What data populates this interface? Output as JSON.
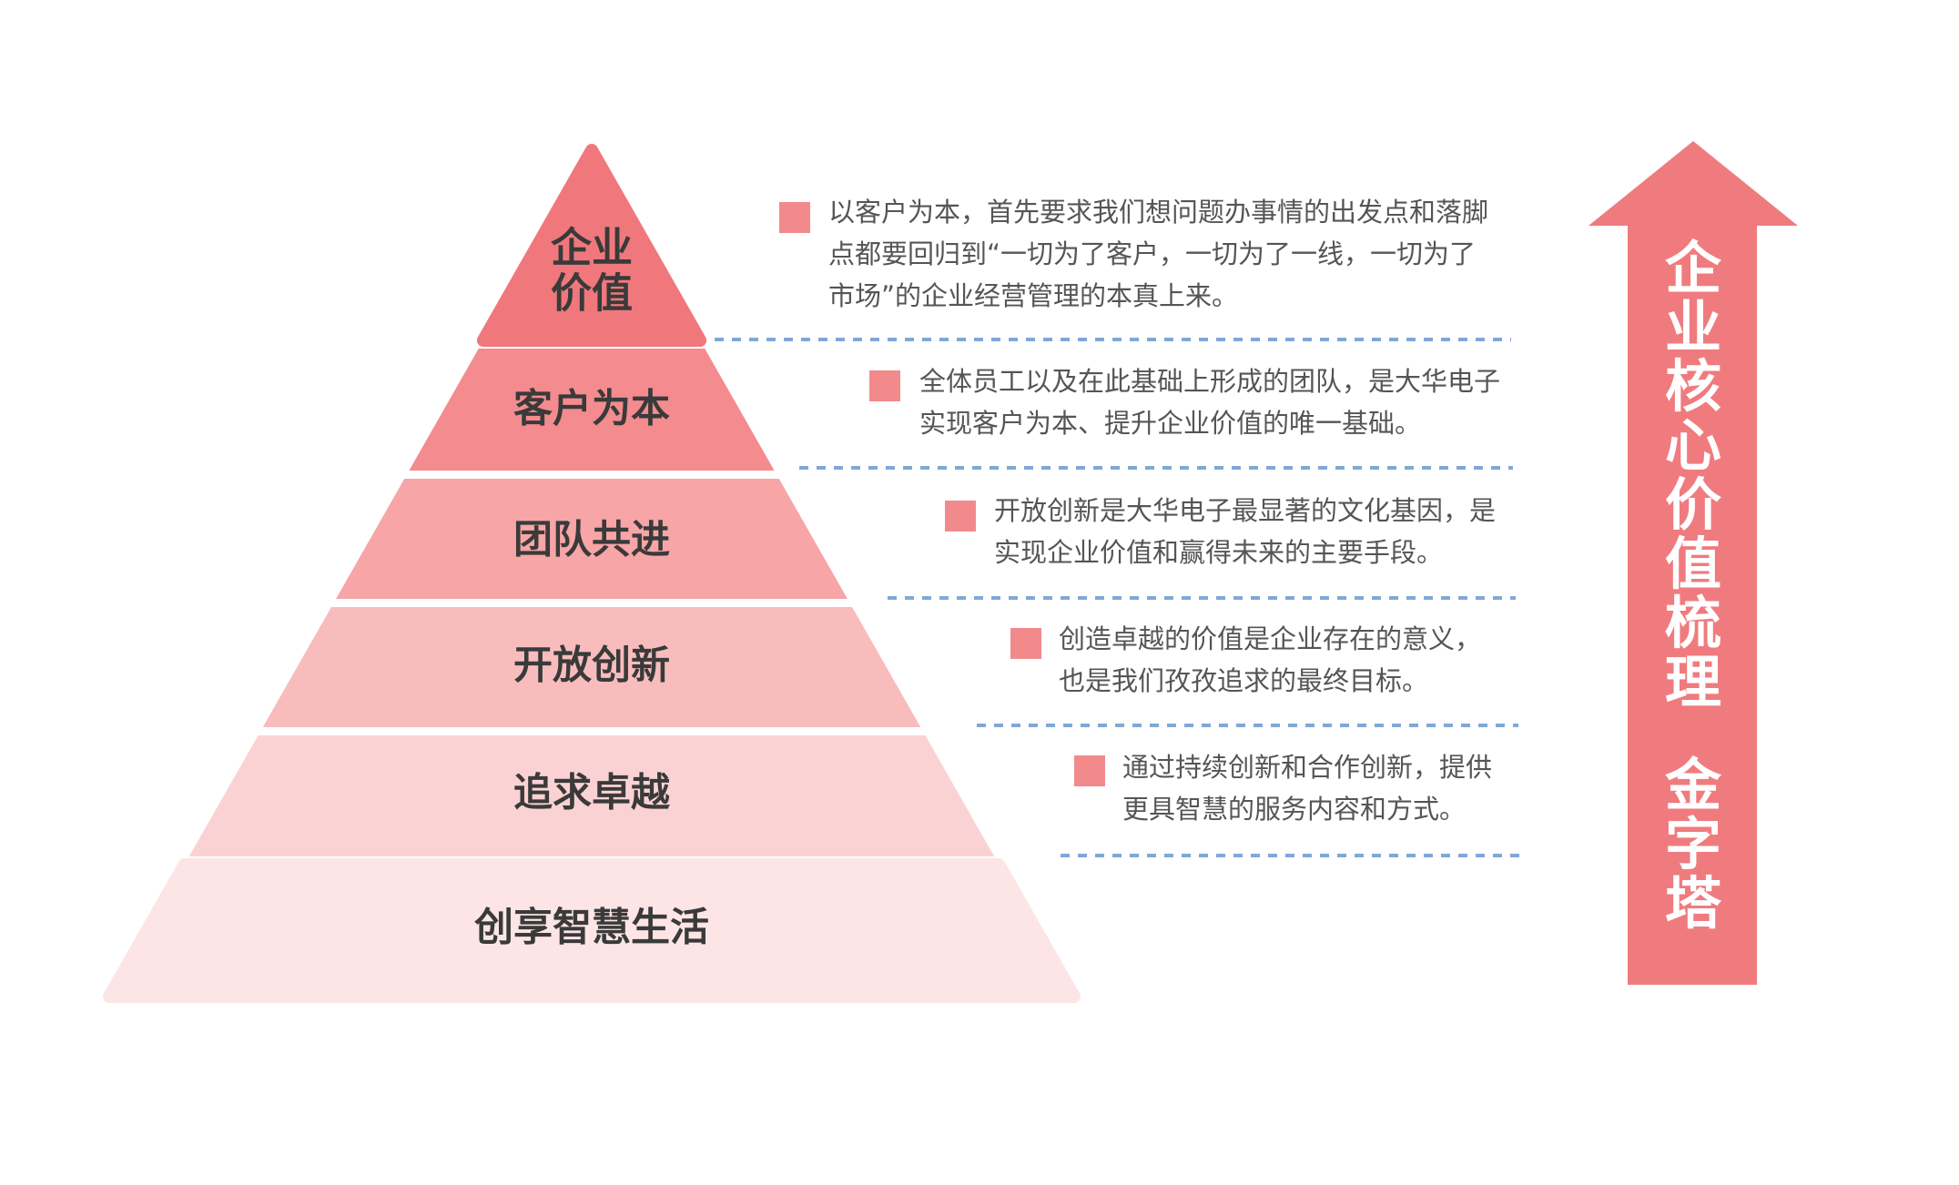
{
  "pyramid": {
    "levels": [
      {
        "label_lines": [
          "企业",
          "价值"
        ],
        "color": "#f0787c"
      },
      {
        "label_lines": [
          "客户为本"
        ],
        "color": "#f48b8e"
      },
      {
        "label_lines": [
          "团队共进"
        ],
        "color": "#f7a5a7"
      },
      {
        "label_lines": [
          "开放创新"
        ],
        "color": "#f9bcbd"
      },
      {
        "label_lines": [
          "追求卓越"
        ],
        "color": "#fbd2d3"
      },
      {
        "label_lines": [
          "创享智慧生活"
        ],
        "color": "#fde5e6"
      }
    ]
  },
  "descriptions": [
    {
      "lines": [
        "以客户为本，首先要求我们想问题办事情的出发点和落脚",
        "点都要回归到“一切为了客户，一切为了一线，一切为了",
        "市场”的企业经营管理的本真上来。"
      ]
    },
    {
      "lines": [
        "全体员工以及在此基础上形成的团队，是大华电子",
        "实现客户为本、提升企业价值的唯一基础。"
      ]
    },
    {
      "lines": [
        "开放创新是大华电子最显著的文化基因，是",
        "实现企业价值和赢得未来的主要手段。"
      ]
    },
    {
      "lines": [
        "创造卓越的价值是企业存在的意义，",
        "也是我们孜孜追求的最终目标。"
      ]
    },
    {
      "lines": [
        "通过持续创新和合作创新，提供",
        "更具智慧的服务内容和方式。"
      ]
    }
  ],
  "arrow": {
    "title_part1": "企业核心价值梳理",
    "title_part2": "金字塔",
    "color": "#f07b7e"
  },
  "colors": {
    "bullet": "#f28a8c",
    "divider": "#7fa8d8",
    "label_text": "#3a3a3a",
    "desc_text": "#555555"
  }
}
